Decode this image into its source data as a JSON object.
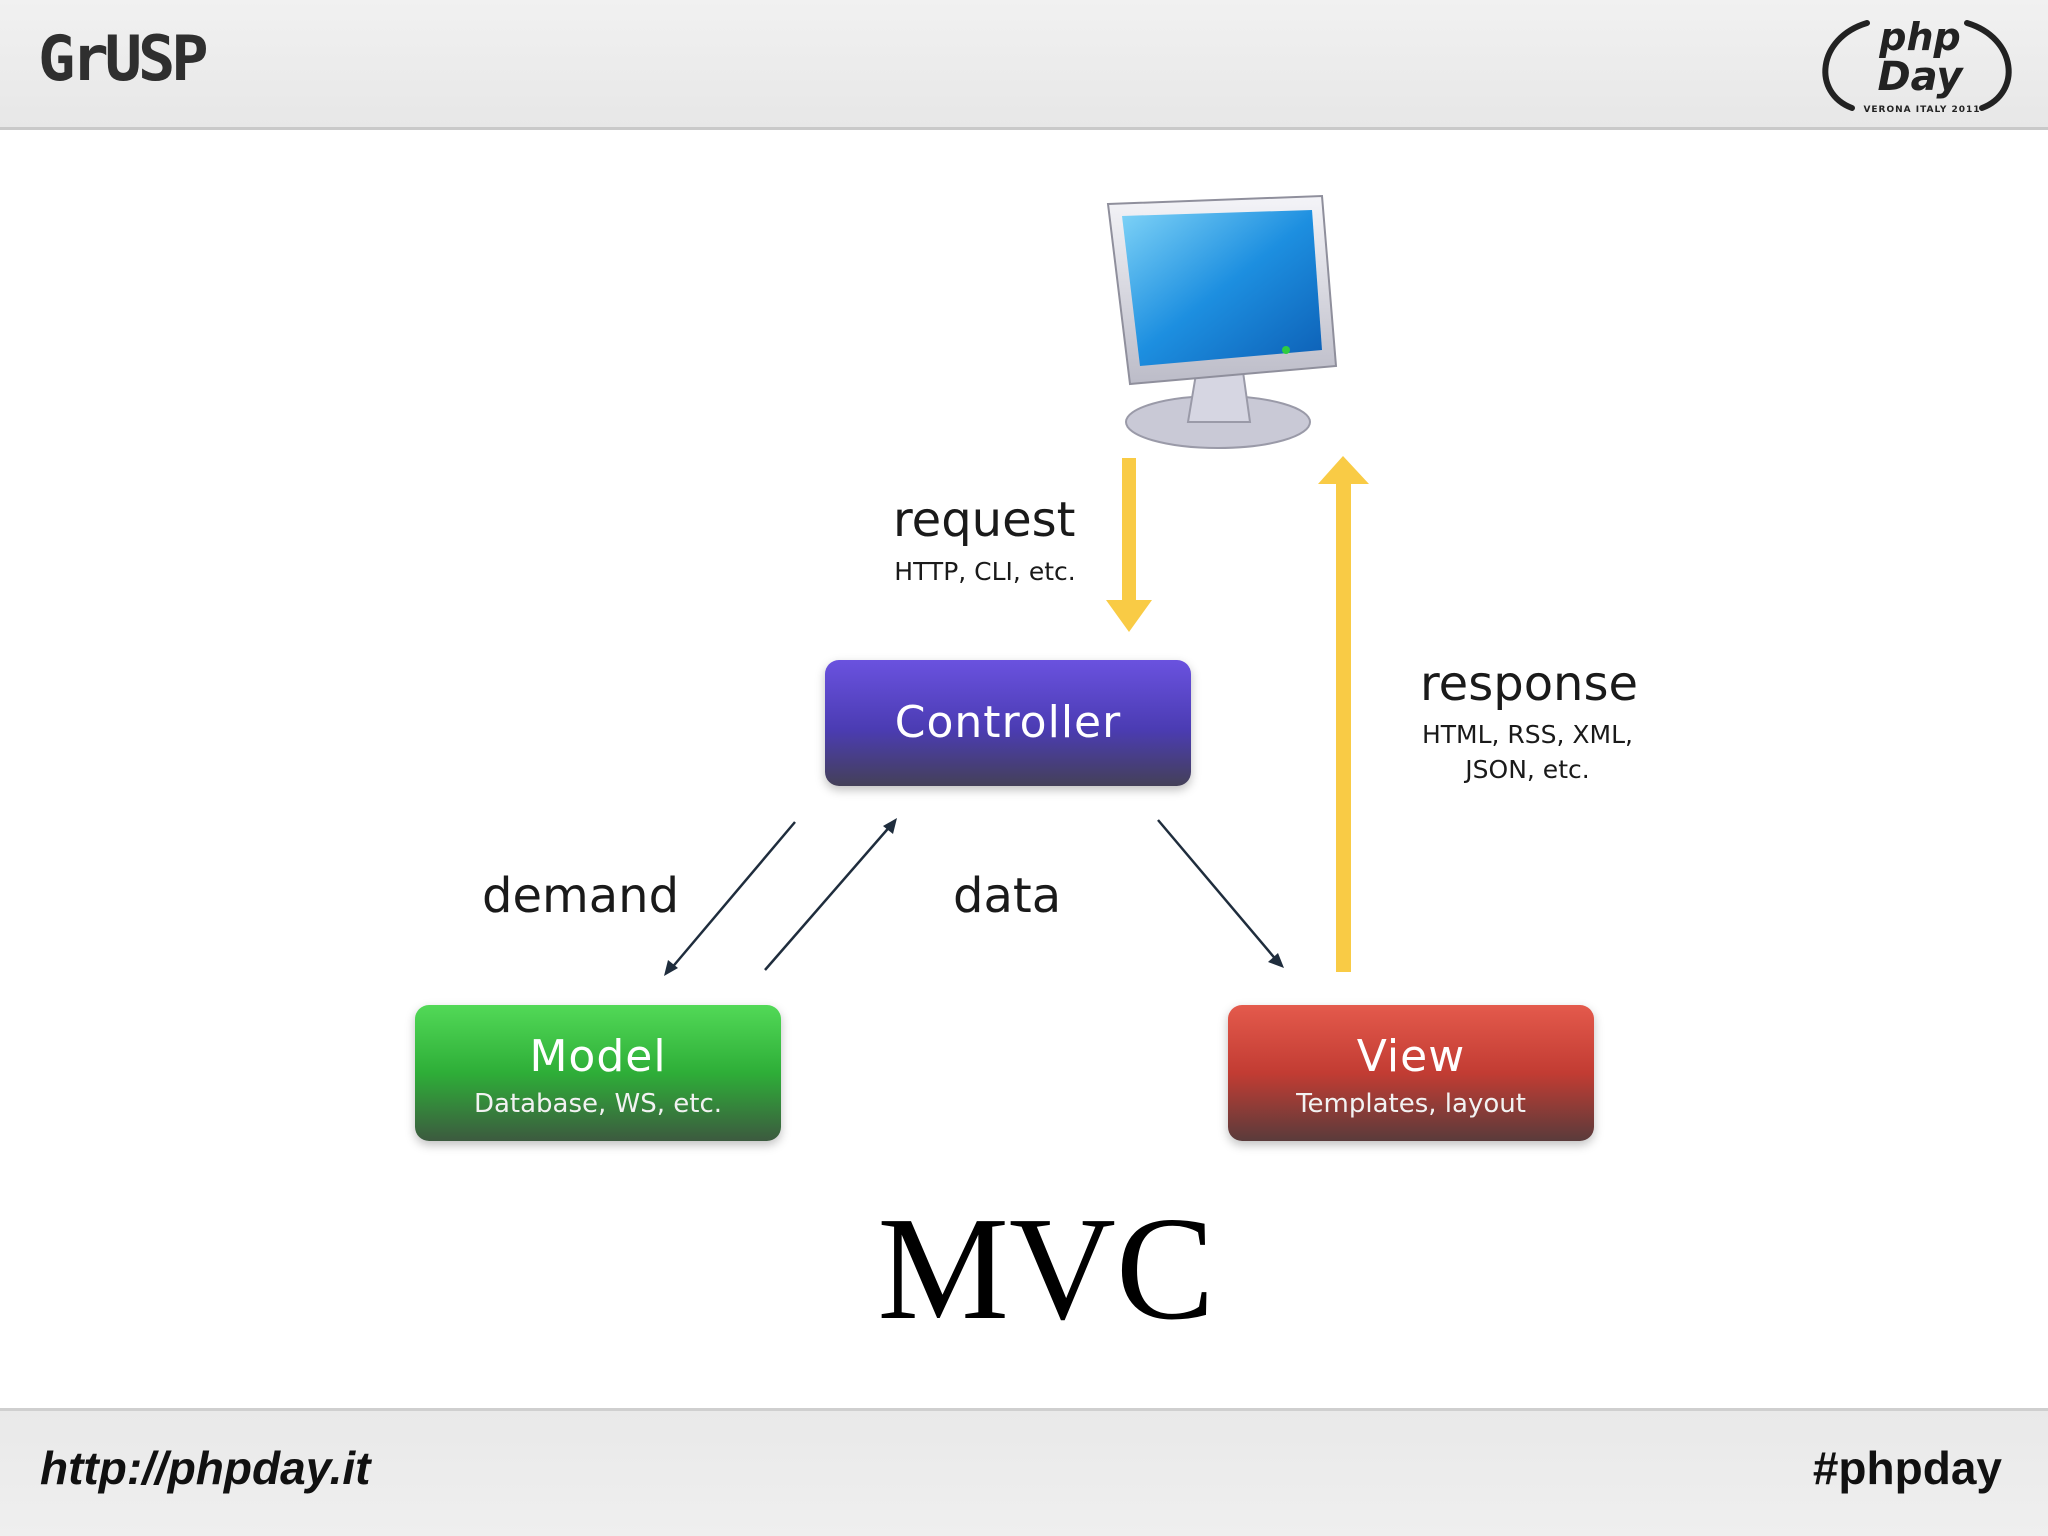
{
  "header": {
    "logo_left": "GrUSP",
    "logo_right_top": "php",
    "logo_right_bottom": "Day",
    "logo_right_ring": "VERONA ITALY 2011"
  },
  "diagram": {
    "request": {
      "label": "request",
      "detail": "HTTP, CLI, etc."
    },
    "response": {
      "label": "response",
      "detail_line1": "HTML, RSS, XML,",
      "detail_line2": "JSON, etc."
    },
    "controller": {
      "title": "Controller"
    },
    "model": {
      "title": "Model",
      "detail": "Database, WS, etc."
    },
    "view": {
      "title": "View",
      "detail": "Templates, layout"
    },
    "demand": {
      "label": "demand"
    },
    "data": {
      "label": "data"
    },
    "colors": {
      "controller": "#5a45cc",
      "model": "#3bbf3f",
      "view": "#d24a3f",
      "flow_arrow": "#f9cb45",
      "thin_arrow": "#1f2d3d"
    }
  },
  "title": "MVC",
  "footer": {
    "url": "http://phpday.it",
    "hashtag": "#phpday"
  }
}
